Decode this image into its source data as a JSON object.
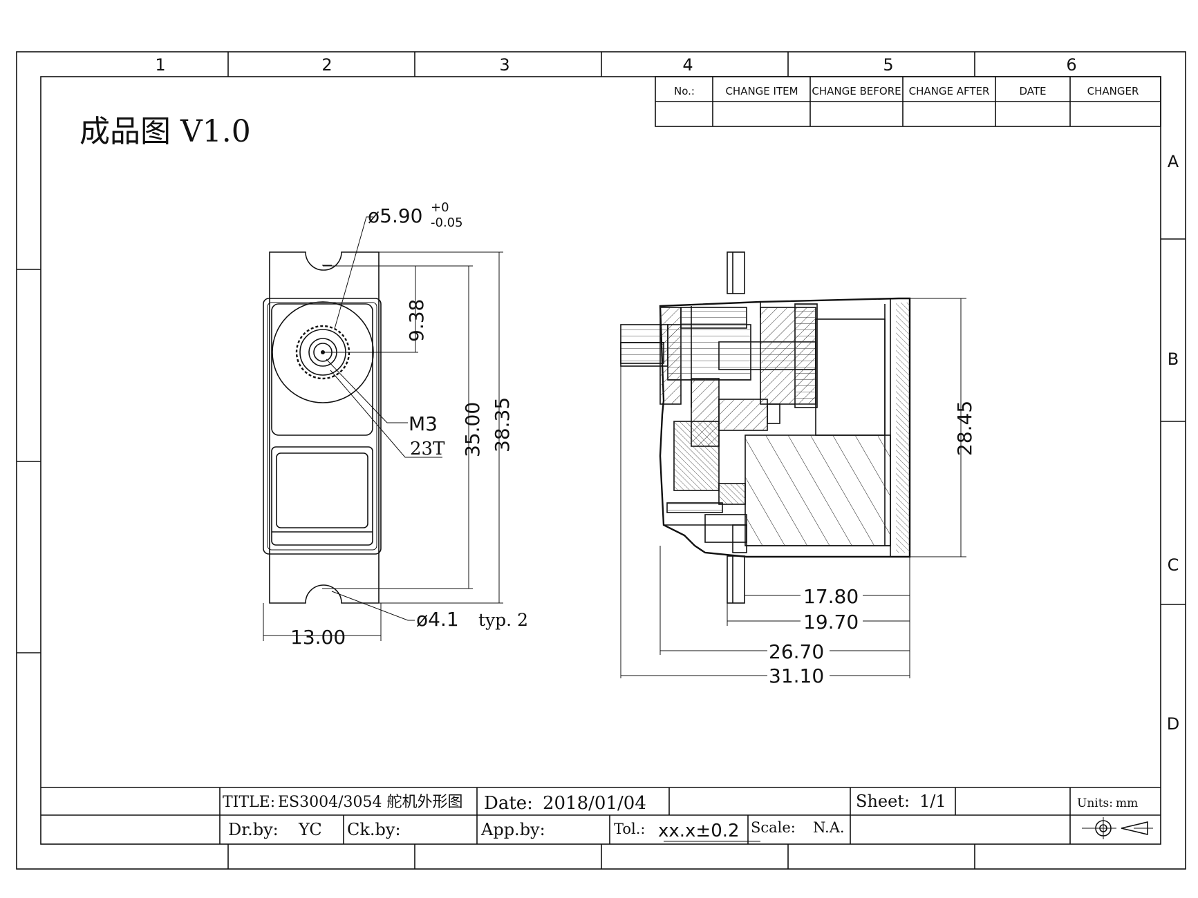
{
  "frame": {
    "column_labels": [
      "1",
      "2",
      "3",
      "4",
      "5",
      "6"
    ],
    "row_labels": [
      "A",
      "B",
      "C",
      "D"
    ]
  },
  "heading": "成品图 V1.0",
  "revision_table": {
    "headers": [
      "No.:",
      "CHANGE ITEM",
      "CHANGE BEFORE",
      "CHANGE AFTER",
      "DATE",
      "CHANGER"
    ],
    "rows": [
      [
        "",
        "",
        "",
        "",
        "",
        ""
      ]
    ]
  },
  "front_view": {
    "dim_shaft_dia": "ø5.90",
    "dim_shaft_tol_upper": "+0",
    "dim_shaft_tol_lower": "-0.05",
    "dim_9_38": "9.38",
    "dim_35_00": "35.00",
    "dim_38_35": "38.35",
    "dim_width": "13.00",
    "label_thread": "M3",
    "label_spline": "23T",
    "dim_hole": "ø4.1",
    "dim_hole_note": "typ. 2"
  },
  "side_view": {
    "dim_height": "28.45",
    "dim_17_80": "17.80",
    "dim_19_70": "19.70",
    "dim_26_70": "26.70",
    "dim_31_10": "31.10"
  },
  "title_block": {
    "title_label": "TITLE:",
    "title_value": "ES3004/3054 舵机外形图",
    "date_label": "Date:",
    "date_value": "2018/01/04",
    "sheet_label": "Sheet:",
    "sheet_value": "1/1",
    "units_label": "Units:",
    "units_value": "mm",
    "drawn_label": "Dr.by:",
    "drawn_value": "YC",
    "checked_label": "Ck.by:",
    "checked_value": "",
    "approved_label": "App.by:",
    "approved_value": "",
    "tol_label": "Tol.:",
    "tol_value": "xx.x±0.2",
    "scale_label": "Scale:",
    "scale_value": "N.A."
  }
}
